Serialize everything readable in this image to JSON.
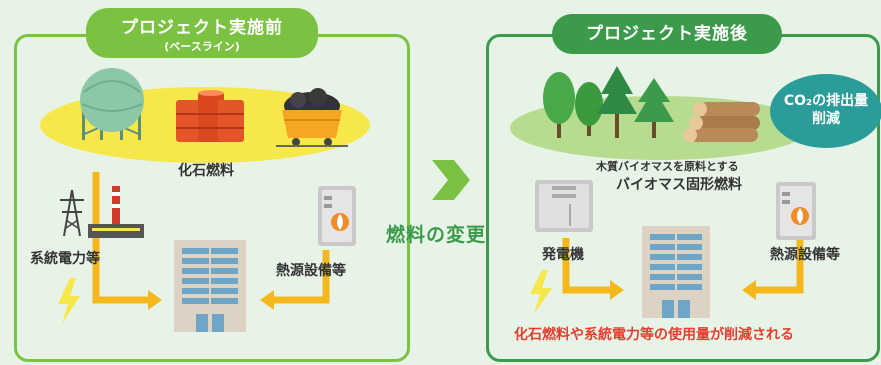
{
  "before": {
    "title": "プロジェクト実施前",
    "subtitle": "(ベースライン)",
    "fossil_fuel_label": "化石燃料",
    "grid_power_label": "系統電力等",
    "heat_source_label": "熱源設備等"
  },
  "center": {
    "change_label": "燃料の変更"
  },
  "after": {
    "title": "プロジェクト実施後",
    "co2_line1": "CO₂の排出量",
    "co2_line2": "削減",
    "biomass_line1": "木質バイオマスを原料とする",
    "biomass_line2": "バイオマス固形燃料",
    "generator_label": "発電機",
    "heat_source_label": "熱源設備等",
    "reduction_note": "化石燃料や系統電力等の使用量が削減される"
  },
  "colors": {
    "light_green": "#7cc242",
    "dark_green": "#3c9a4b",
    "yellow": "#f6e84a",
    "arrow_yellow": "#f5b81c",
    "teal": "#2a9d9a",
    "red": "#e63d2e"
  }
}
